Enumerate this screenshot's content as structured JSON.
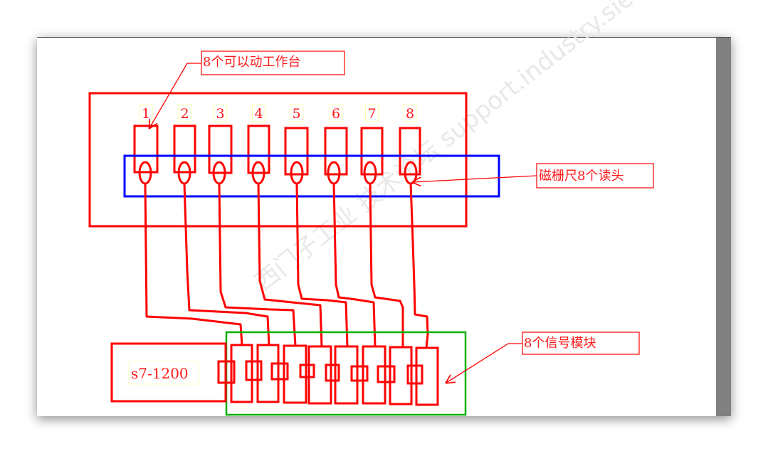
{
  "callouts": {
    "workstations": "8个可以动工作台",
    "read_heads": "磁栅尺8个读头",
    "signal_modules": "8个信号模块"
  },
  "station_numbers": [
    "1",
    "2",
    "3",
    "4",
    "5",
    "6",
    "7",
    "8"
  ],
  "plc_label": "s7-1200",
  "watermark": "西门子工业 技术论坛 support.industry.siemens.com/cs",
  "colors": {
    "red": "#ff0000",
    "blue": "#0000ff",
    "green": "#00b000",
    "scrollbar": "#808080"
  }
}
